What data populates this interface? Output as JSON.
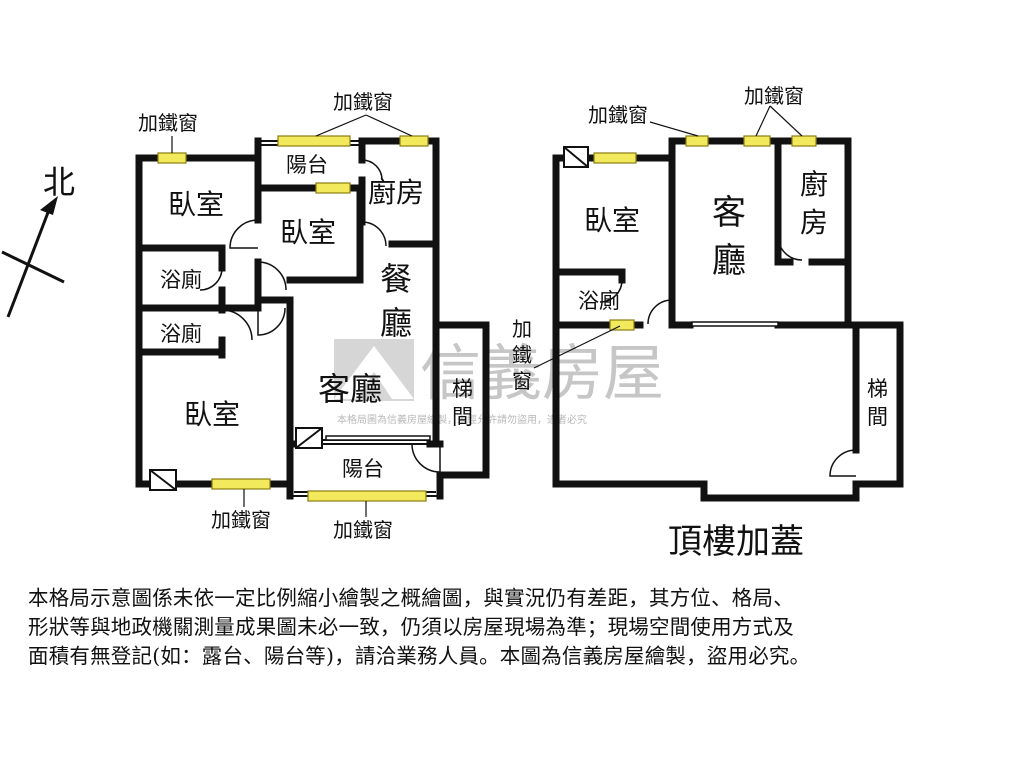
{
  "colors": {
    "wall": "#111111",
    "window_fill": "#f2ea5c",
    "window_stroke": "#8a7d10",
    "watermark_logo": "#c9c9c9",
    "watermark_text": "#b9b9b9",
    "text": "#111111"
  },
  "compass": {
    "north_label": "北"
  },
  "left_plan": {
    "rooms": {
      "bedroom_nw": "臥室",
      "bedroom_mid": "臥室",
      "bedroom_sw": "臥室",
      "bath_1": "浴廁",
      "bath_2": "浴廁",
      "balcony_north": "陽台",
      "kitchen": "廚房",
      "dining_top": "餐",
      "dining_bottom": "廳",
      "living": "客廳",
      "stairs_top": "梯",
      "stairs_bottom": "間",
      "balcony_south": "陽台"
    },
    "window_labels": {
      "north_left": "加鐵窗",
      "north_center": "加鐵窗",
      "south_left": "加鐵窗",
      "south_center": "加鐵窗"
    }
  },
  "right_plan": {
    "rooms": {
      "bedroom": "臥室",
      "living_top": "客",
      "living_bottom": "廳",
      "kitchen_top": "廚",
      "kitchen_bottom": "房",
      "bath": "浴廁",
      "stairs_top": "梯",
      "stairs_bottom": "間"
    },
    "window_labels": {
      "north_left": "加鐵窗",
      "north_right": "加鐵窗",
      "bath_v1": "加",
      "bath_v2": "鐵",
      "bath_v3": "窗"
    },
    "caption": "頂樓加蓋"
  },
  "watermark": {
    "brand": "信義房屋",
    "notice": "本格局圖為信義房屋繪製，未經允許請勿盜用，違者必究"
  },
  "disclaimer": {
    "line1": "本格局示意圖係未依一定比例縮小繪製之概繪圖，與實況仍有差距，其方位、格局、",
    "line2": "形狀等與地政機關測量成果圖未必一致，仍須以房屋現場為準；現場空間使用方式及",
    "line3": "面積有無登記(如：露台、陽台等)，請洽業務人員。本圖為信義房屋繪製，盜用必究。"
  }
}
